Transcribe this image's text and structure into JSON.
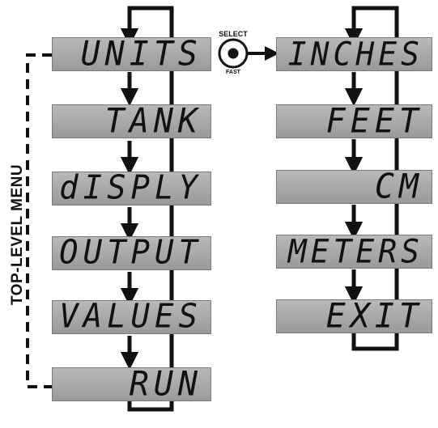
{
  "side_label": "TOP-LEVEL MENU",
  "button": {
    "top_label": "SELECT",
    "bottom_label": "FAST"
  },
  "menu_left": [
    "UNITS",
    "TANK",
    "dISPLY",
    "OUTPUT",
    "VALUES",
    "RUN"
  ],
  "menu_right": [
    "INCHES",
    "FEET",
    "CM",
    "METERS",
    "EXIT"
  ],
  "colors": {
    "lcd": "#a9a9a9",
    "line": "#111111",
    "background": "#ffffff"
  }
}
